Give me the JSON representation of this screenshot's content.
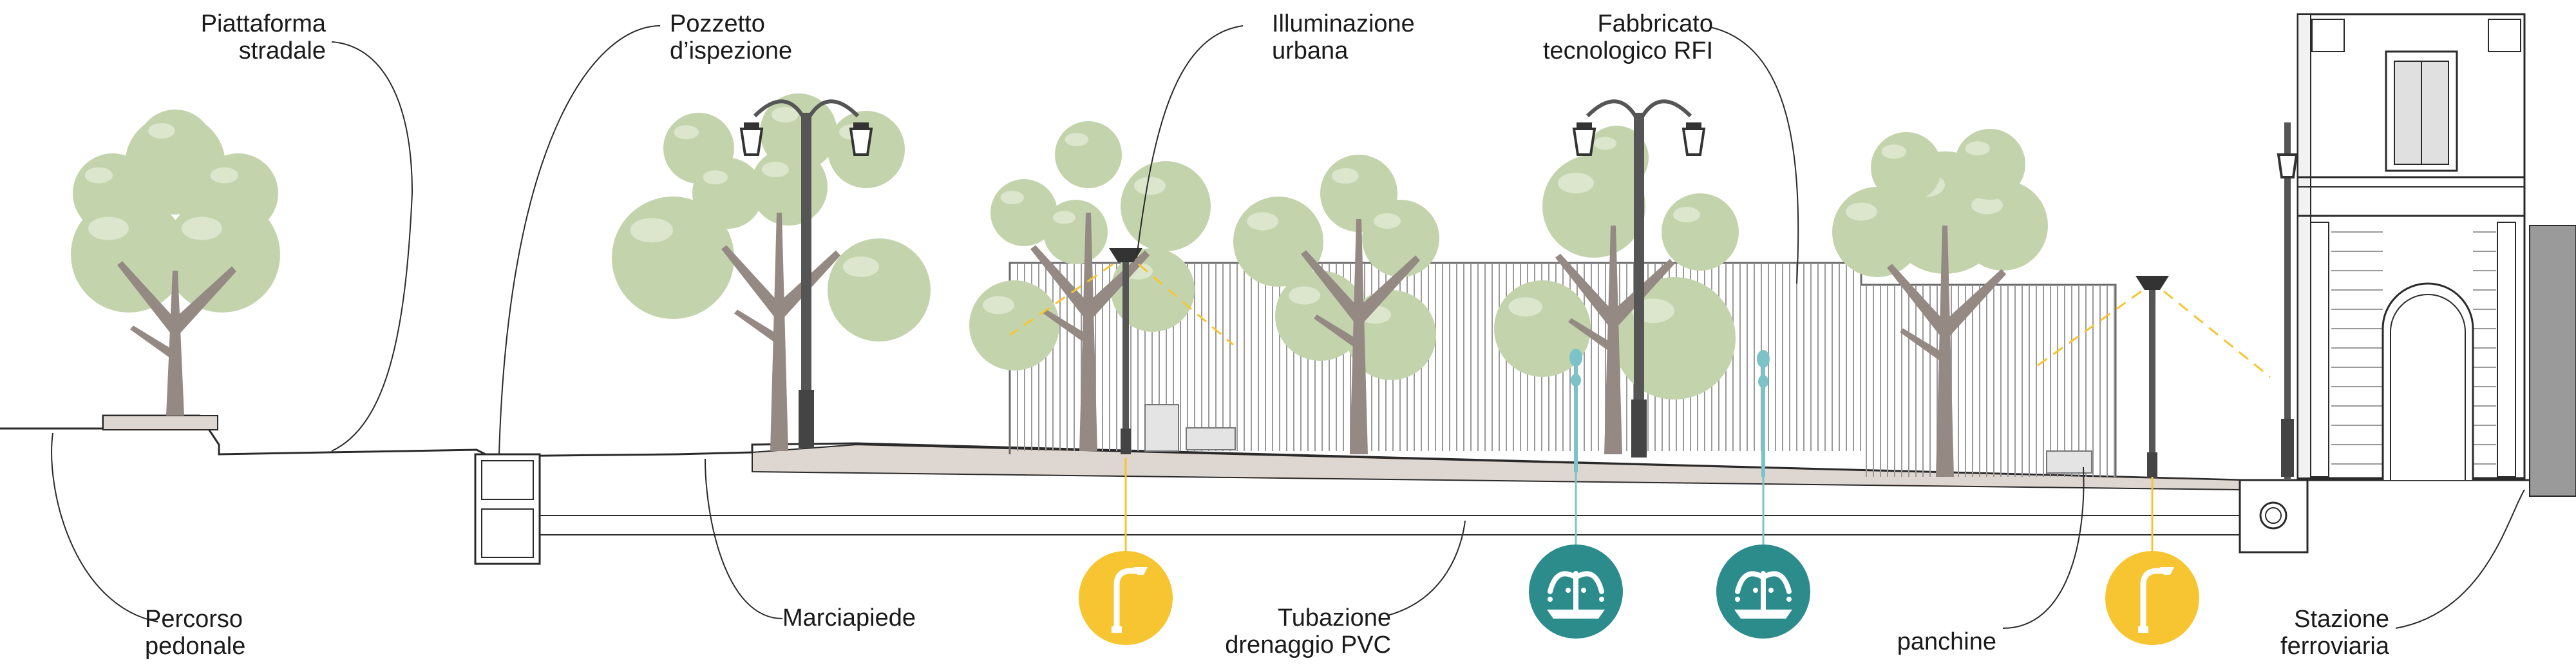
{
  "labels": {
    "piattaforma": [
      "Piattaforma",
      "stradale"
    ],
    "pozzetto": [
      "Pozzetto",
      "d’ispezione"
    ],
    "illuminazione": [
      "Illuminazione",
      "urbana"
    ],
    "fabbricato": [
      "Fabbricato",
      "tecnologico RFI"
    ],
    "percorso": [
      "Percorso",
      "pedonale"
    ],
    "marciapiede": [
      "Marciapiede"
    ],
    "tubazione": [
      "Tubazione",
      "drenaggio PVC"
    ],
    "panchine": [
      "panchine"
    ],
    "stazione": [
      "Stazione",
      "ferroviaria"
    ]
  },
  "legend_icons": [
    {
      "name": "street-lamp-icon",
      "color": "#f7c531"
    },
    {
      "name": "fountain-icon",
      "color": "#2c8c8c"
    },
    {
      "name": "fountain-icon",
      "color": "#2c8c8c"
    },
    {
      "name": "street-lamp-icon",
      "color": "#f7c531"
    }
  ],
  "colors": {
    "foliage": "#c3d4ad",
    "foliage_highlight": "#dbe6cd",
    "trunk": "#948a83",
    "ground": "#ded6d0",
    "line": "#2a2a2a",
    "lamp_yellow": "#f7c531",
    "fountain_teal": "#2c8c8c",
    "jet": "#7cc3c9"
  }
}
